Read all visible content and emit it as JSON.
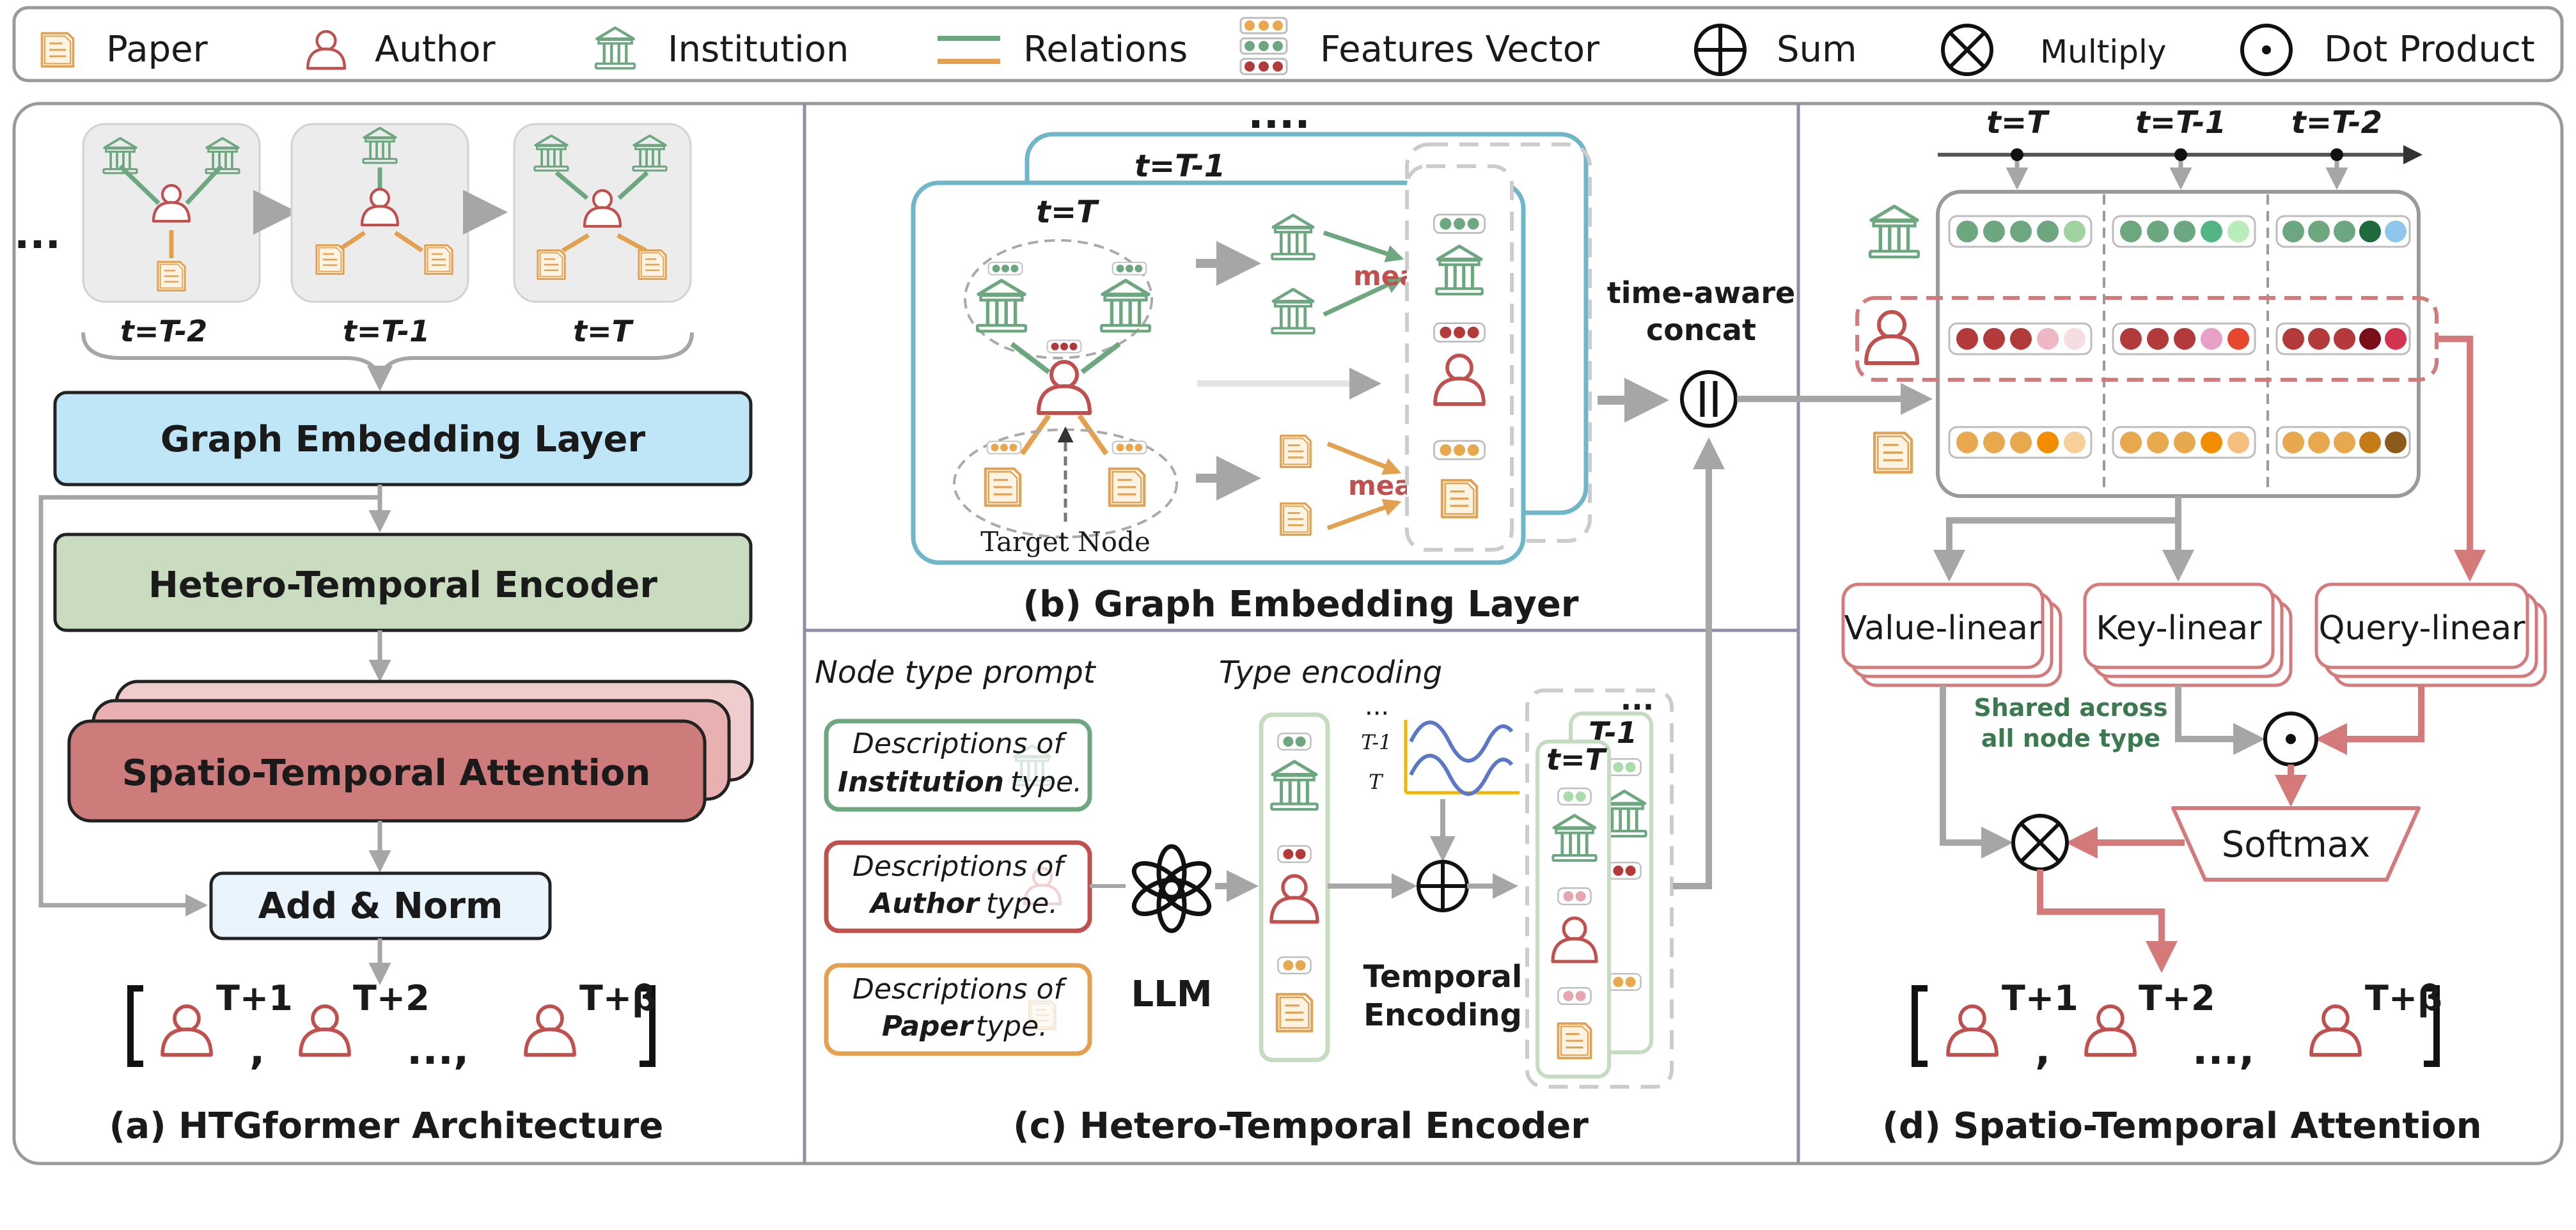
{
  "legend": {
    "paper": "Paper",
    "author": "Author",
    "institution": "Institution",
    "relations": "Relations",
    "features": "Features Vector",
    "sum": "Sum",
    "multiply": "Multiply",
    "dot": "Dot Product"
  },
  "colors": {
    "inst": "#6da77f",
    "author": "#c0504d",
    "paper": "#e3a04f",
    "teal": "#6fb7c8",
    "gray": "#a6a6a6",
    "pink": "#d47a7a"
  },
  "panel_a": {
    "ellipsis": "...",
    "times": [
      "t=T-2",
      "t=T-1",
      "t=T"
    ],
    "graph_embedding": "Graph Embedding Layer",
    "hetero_encoder": "Hetero-Temporal Encoder",
    "st_attention": "Spatio-Temporal Attention",
    "add_norm": "Add & Norm",
    "out_sup": [
      "T+1",
      "T+2",
      "T+β"
    ],
    "comma": ",",
    "dots": "...,",
    "caption": "(a) HTGformer Architecture"
  },
  "panel_b": {
    "dots": "....",
    "frame_back": "t=T-1",
    "frame_front": "t=T",
    "mean": "mean",
    "target_node": "Target Node",
    "concat": [
      "time-aware",
      "concat"
    ],
    "caption": "(b) Graph Embedding Layer"
  },
  "panel_c": {
    "node_prompt": "Node type prompt",
    "type_encoding": "Type encoding",
    "desc_of": "Descriptions of",
    "types": [
      "Institution",
      "Author",
      "Paper"
    ],
    "type_suffix": "type.",
    "llm": "LLM",
    "wave_dots": "...",
    "wave_t1": "T-1",
    "wave_t": "T",
    "temporal": "Temporal",
    "encoding": "Encoding",
    "stack_back": "T-1",
    "stack_front": "t=T",
    "stack_dots": "...",
    "caption": "(c) Hetero-Temporal Encoder"
  },
  "panel_d": {
    "times": [
      "t=T",
      "t=T-1",
      "t=T-2"
    ],
    "value": "Value-linear",
    "key": "Key-linear",
    "query": "Query-linear",
    "shared": [
      "Shared across",
      "all node type"
    ],
    "softmax": "Softmax",
    "out_sup": [
      "T+1",
      "T+2",
      "T+β"
    ],
    "comma": ",",
    "dots": "...,",
    "caption": "(d) Spatio-Temporal Attention"
  }
}
